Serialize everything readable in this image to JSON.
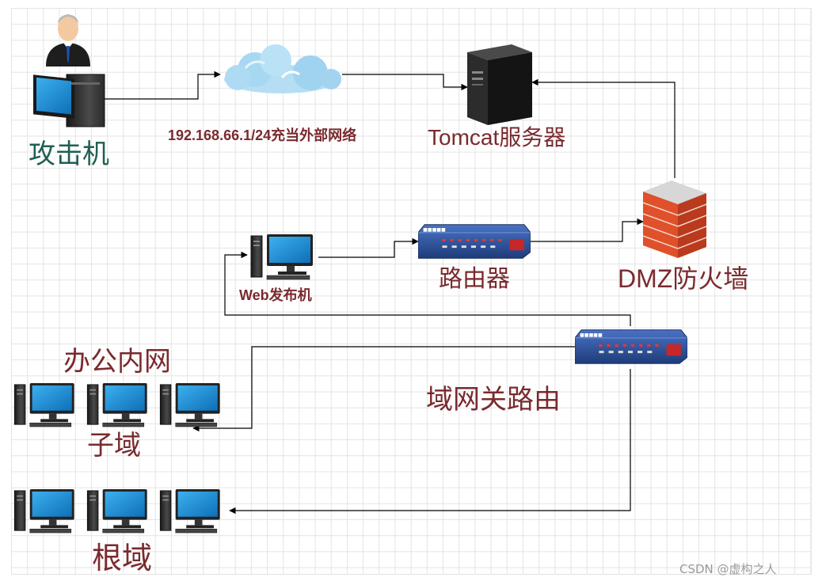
{
  "labels": {
    "attacker": "攻击机",
    "external_network": "192.168.66.1/24充当外部网络",
    "tomcat": "Tomcat服务器",
    "web_host": "Web发布机",
    "router": "路由器",
    "dmz_firewall": "DMZ防火墙",
    "office_lan": "办公内网",
    "subdomain": "子域",
    "domain_gateway": "域网关路由",
    "root_domain": "根域"
  },
  "watermark": "CSDN @虚构之人",
  "colors": {
    "label_red": "#7a2a2e",
    "label_green": "#1f5f52",
    "monitor_screen": "#1b8fd6",
    "router_body": "#2a4f9a",
    "firewall_brick": "#e0502a",
    "cloud": "#9fd3ef",
    "connector": "#000000"
  },
  "icons": [
    "user-icon",
    "cloud-icon",
    "server-icon",
    "firewall-icon",
    "router-icon",
    "desktop-icon"
  ]
}
